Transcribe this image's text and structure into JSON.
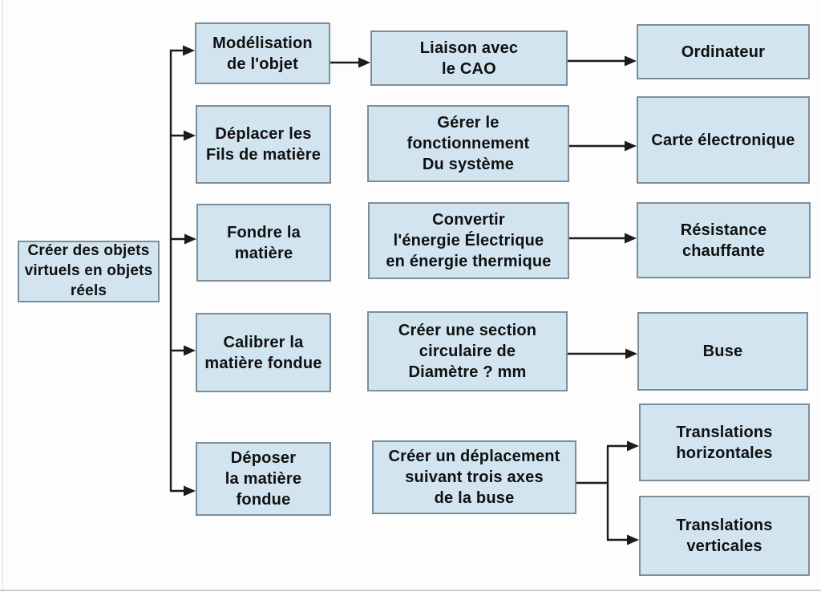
{
  "diagram": {
    "type": "flowchart",
    "language": "fr",
    "nodes": {
      "root": {
        "label": "Créer des objets\nvirtuels en objets\nréels"
      },
      "modelisation": {
        "label": "Modélisation\nde l'objet"
      },
      "deplacer_fils": {
        "label": "Déplacer les\nFils de matière"
      },
      "fondre_matiere": {
        "label": "Fondre la\nmatière"
      },
      "calibrer_matiere": {
        "label": "Calibrer la\nmatière fondue"
      },
      "deposer_matiere": {
        "label": "Déposer\nla matière\nfondue"
      },
      "liaison_cao": {
        "label": "Liaison avec\nle CAO"
      },
      "gerer_fonctionnement": {
        "label": "Gérer le\nfonctionnement\nDu système"
      },
      "convertir_energie": {
        "label": "Convertir\nl'énergie Électrique\nen énergie thermique"
      },
      "creer_section": {
        "label": "Créer une section\ncirculaire de\nDiamètre ? mm"
      },
      "creer_deplacement": {
        "label": "Créer un déplacement\nsuivant trois axes\nde la buse"
      },
      "ordinateur": {
        "label": "Ordinateur"
      },
      "carte_electronique": {
        "label": "Carte électronique"
      },
      "resistance_chauffante": {
        "label": "Résistance\nchauffante"
      },
      "buse": {
        "label": "Buse"
      },
      "translations_horizontales": {
        "label": "Translations\nhorizontales"
      },
      "translations_verticales": {
        "label": "Translations\nverticales"
      }
    },
    "edges": [
      {
        "from": "root",
        "to": "modelisation"
      },
      {
        "from": "root",
        "to": "deplacer_fils"
      },
      {
        "from": "root",
        "to": "fondre_matiere"
      },
      {
        "from": "root",
        "to": "calibrer_matiere"
      },
      {
        "from": "root",
        "to": "deposer_matiere"
      },
      {
        "from": "modelisation",
        "to": "liaison_cao"
      },
      {
        "from": "liaison_cao",
        "to": "ordinateur"
      },
      {
        "from": "gerer_fonctionnement",
        "to": "carte_electronique"
      },
      {
        "from": "convertir_energie",
        "to": "resistance_chauffante"
      },
      {
        "from": "creer_section",
        "to": "buse"
      },
      {
        "from": "creer_deplacement",
        "to": "translations_horizontales"
      },
      {
        "from": "creer_deplacement",
        "to": "translations_verticales"
      }
    ],
    "colors": {
      "node_fill": "#d1e4f0",
      "node_border": "#7c8e99",
      "connector": "#1b1b1b",
      "background": "#fdfdfd",
      "text": "#101010",
      "page_edge": "#cfcfcf"
    }
  }
}
